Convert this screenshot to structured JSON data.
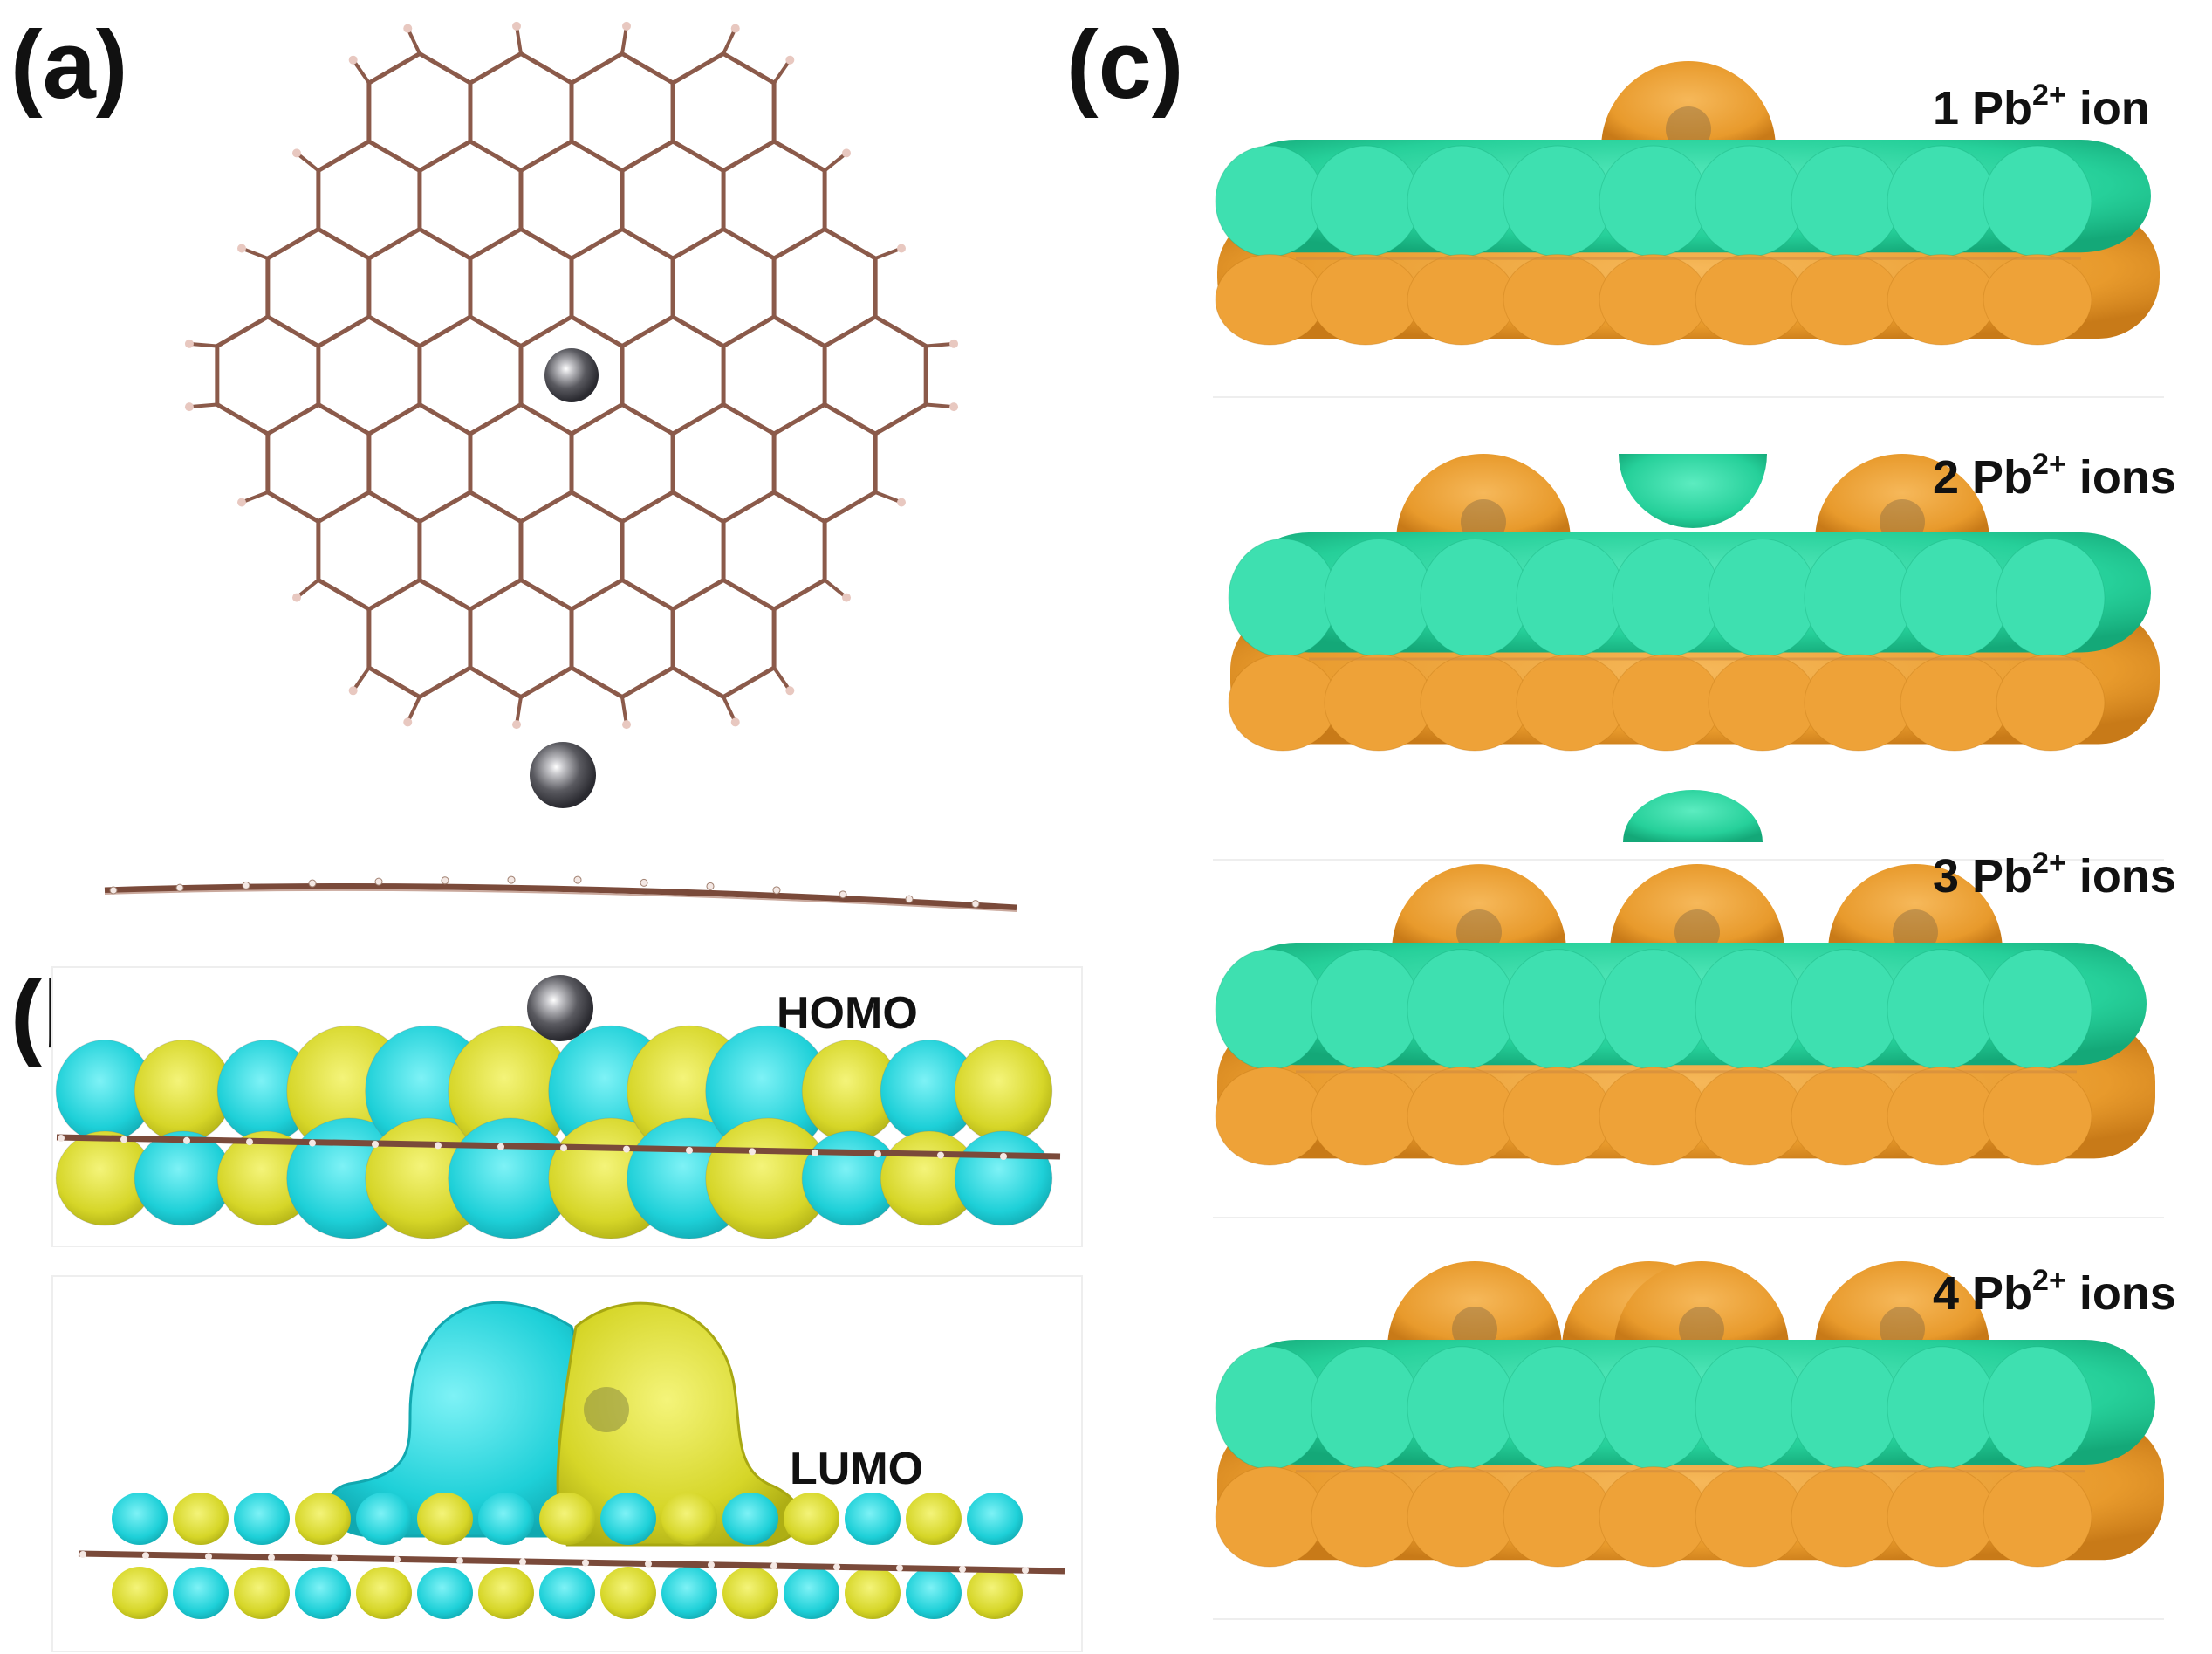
{
  "panels": {
    "a": {
      "label": "(a)"
    },
    "b": {
      "label": "(b)",
      "homo_label": "HOMO",
      "lumo_label": "LUMO"
    },
    "c": {
      "label": "(c)",
      "rows": [
        {
          "count": "1 Pb",
          "charge": "2+",
          "unit": " ion"
        },
        {
          "count": "2 Pb",
          "charge": "2+",
          "unit": " ions"
        },
        {
          "count": "3 Pb",
          "charge": "2+",
          "unit": " ions"
        },
        {
          "count": "4 Pb",
          "charge": "2+",
          "unit": " ions"
        }
      ]
    }
  },
  "colors": {
    "bond": "#8b5a4a",
    "hydrogen": "#e8c8c0",
    "pb_atom": "#5a5a60",
    "homo_lumo_cyan": "#1ed0d8",
    "homo_lumo_yellow": "#d6d628",
    "density_green": "#2ed8a0",
    "density_orange": "#f0a030"
  }
}
